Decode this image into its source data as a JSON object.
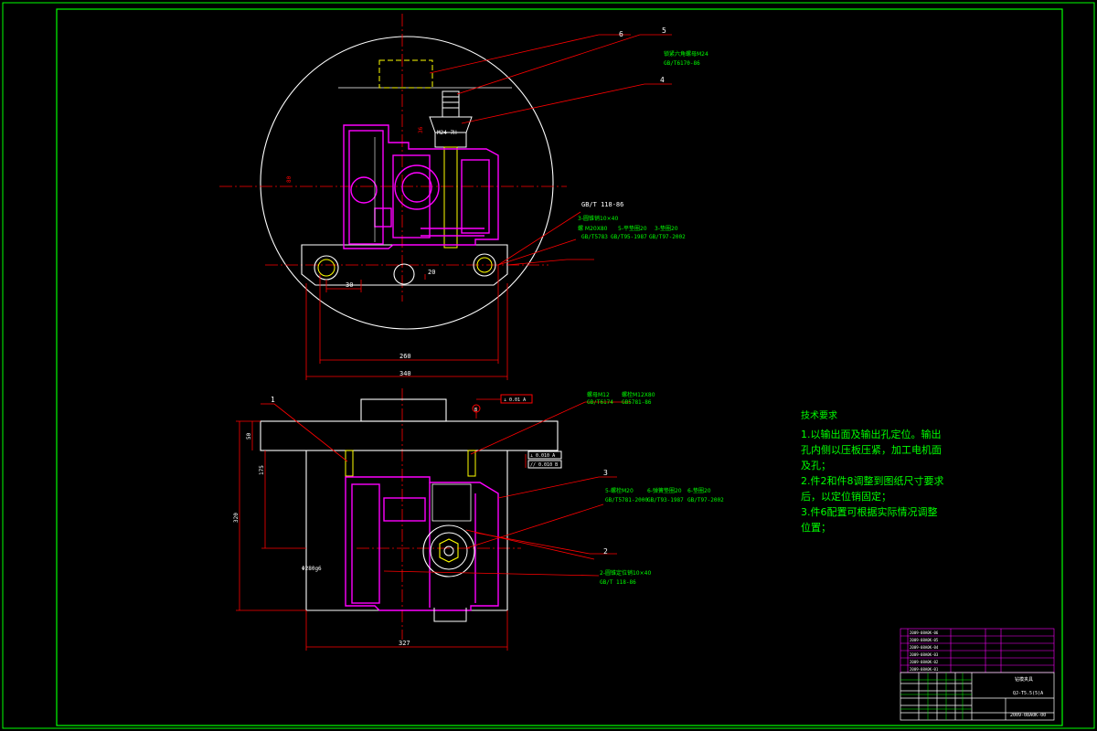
{
  "colors": {
    "background": "#000000",
    "frame": "#00ff00",
    "outline": "#ffffff",
    "part": "#ff00ff",
    "dim": "#ff0000",
    "note": "#00ff00",
    "yellow": "#ffff00"
  },
  "top_view": {
    "leaders": [
      "6",
      "5",
      "4"
    ],
    "note_5": "锁紧六角螺母M24",
    "note_5b": "GB/T6170-86",
    "dim_m24": "M24-7H",
    "dim_36": "36",
    "dim_80": "80",
    "dim_30": "30",
    "dim_20": "20",
    "dim_260": "260",
    "dim_340": "340",
    "std_1": "GB/T 118-86",
    "std_2": "3-圆锥销10×40",
    "std_3": "螺 M20X80",
    "std_4": "5-平垫圈20",
    "std_5": "3-垫圈20",
    "std_6": "GB/T5783",
    "std_7": "GB/T95-1987",
    "std_8": "GB/T97-2002"
  },
  "front_view": {
    "leader_1": "1",
    "leader_3": "3",
    "leader_2": "2",
    "note_nut": "螺母M12",
    "note_nut2": "GB/T6174",
    "note_bolt": "螺栓M12X80",
    "note_bolt2": "GB5781-86",
    "datum_b": "B",
    "tol_top": "⊥ 0.01 A",
    "tol_a": "⊥ 0.010 A",
    "tol_b": "// 0.010 B",
    "dim_50": "50",
    "dim_175": "175",
    "dim_320": "320",
    "dim_dia": "Φ280g6",
    "dim_327": "327",
    "bolt_row_1": "5-螺栓M20",
    "bolt_row_2": "6-弹簧垫圈20",
    "bolt_row_3": "6-垫圈20",
    "bolt_row_4": "GB/T5781-2000",
    "bolt_row_5": "GB/T93-1987",
    "bolt_row_6": "GB/T97-2002",
    "pin_1": "2-圆锥定位销10×40",
    "pin_2": "GB/T 118-86"
  },
  "tech_requirements": {
    "title": "技术要求",
    "lines": [
      "1.以输出面及输出孔定位。输出",
      "孔内侧以压板压紧，加工电机面",
      "及孔；",
      "2.件2和件8调整到图纸尺寸要求",
      "后，以定位销固定；",
      "3.件6配置可根据实际情况调整",
      "位置；"
    ]
  },
  "title_block": {
    "rows": [
      "2009-08A0K-06",
      "2009-08A0K-05",
      "2009-08A0K-04",
      "2009-08A0K-03",
      "2009-08A0K-02",
      "2009-08A0K-01"
    ],
    "drawing_name": "钻模夹具",
    "drawing_sub": "QJ-T5.5(5)A",
    "drawing_no": "2009-08A0K-00"
  }
}
